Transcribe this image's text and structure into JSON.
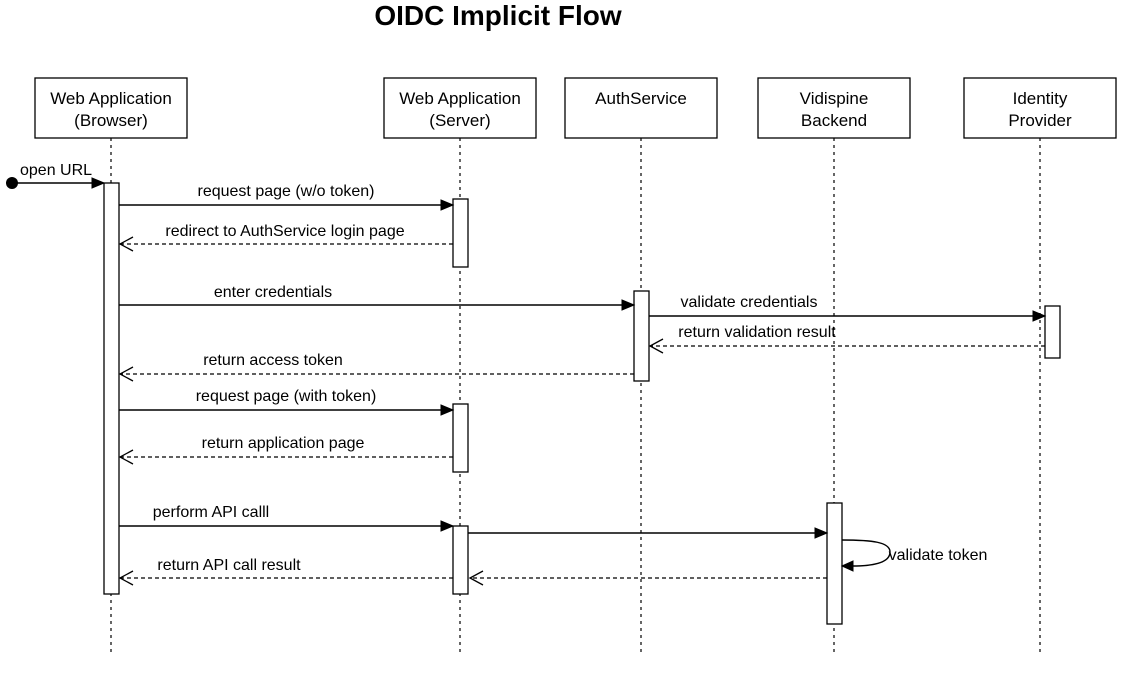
{
  "title": "OIDC Implicit Flow",
  "participants": [
    {
      "line1": "Web Application",
      "line2": "(Browser)"
    },
    {
      "line1": "Web Application",
      "line2": "(Server)"
    },
    {
      "line1": "AuthService",
      "line2": ""
    },
    {
      "line1": "Vidispine",
      "line2": "Backend"
    },
    {
      "line1": "Identity",
      "line2": "Provider"
    }
  ],
  "messages": [
    {
      "label": "open URL",
      "kind": "found"
    },
    {
      "label": "request page (w/o token)",
      "kind": "call"
    },
    {
      "label": "redirect to AuthService login page",
      "kind": "return"
    },
    {
      "label": "enter credentials",
      "kind": "call"
    },
    {
      "label": "validate credentials",
      "kind": "call"
    },
    {
      "label": "return validation result",
      "kind": "return"
    },
    {
      "label": "return access token",
      "kind": "return"
    },
    {
      "label": "request page (with token)",
      "kind": "call"
    },
    {
      "label": "return application page",
      "kind": "return"
    },
    {
      "label": "perform API calll",
      "kind": "call"
    },
    {
      "label": "",
      "kind": "call"
    },
    {
      "label": "validate token",
      "kind": "self"
    },
    {
      "label": "",
      "kind": "return"
    },
    {
      "label": "return API call result",
      "kind": "return"
    }
  ]
}
